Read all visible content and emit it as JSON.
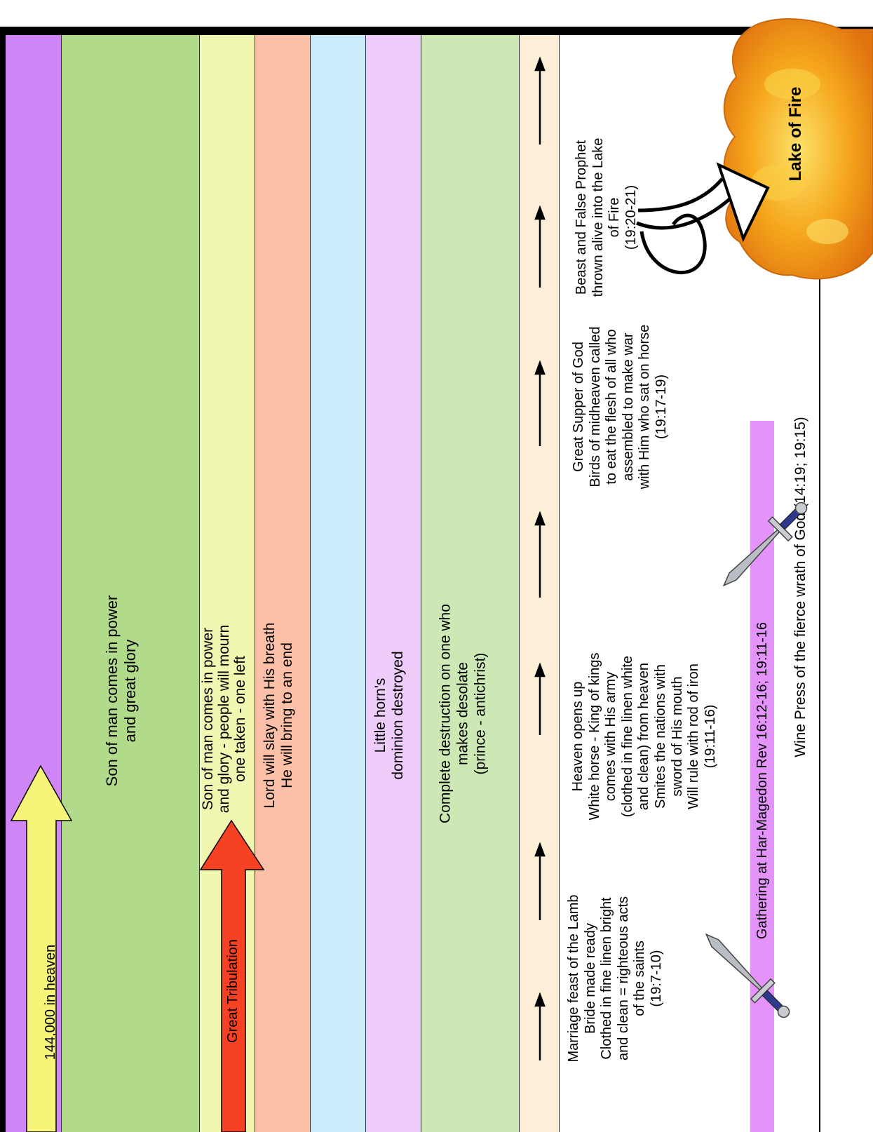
{
  "colors": {
    "purple": "#cf85f6",
    "green": "#b2da8b",
    "yellow": "#f1f6b0",
    "salmon": "#fbc0a7",
    "lightblue": "#c9ebfa",
    "lavender": "#efcdfb",
    "lightgreen": "#cde8b5",
    "cream": "#fdefd7",
    "white": "#ffffff",
    "tribulation_arrow": "#f64222",
    "heaven_arrow": "#f6f57a",
    "fire": "#f5a71c",
    "wine_press_bar": "#e493fa"
  },
  "bands": [
    {
      "color": "purple",
      "text": ""
    },
    {
      "color": "green",
      "text": "Son of man comes in power\nand great glory"
    },
    {
      "color": "yellow",
      "text": "Son of man comes in power\nand glory - people will mourn\none taken - one left"
    },
    {
      "color": "salmon",
      "text": "Lord will slay with His breath\nHe will bring to an end"
    },
    {
      "color": "lightblue",
      "text": ""
    },
    {
      "color": "lavender",
      "text": "Little horn's\ndominion destroyed"
    },
    {
      "color": "lightgreen",
      "text": "Complete destruction on one who\nmakes desolate\n(prince - antichrist)"
    },
    {
      "color": "cream",
      "text": ""
    }
  ],
  "arrows": {
    "heaven": {
      "label": "144,000 in heaven"
    },
    "tribulation": {
      "label": "Great Tribulation"
    }
  },
  "events": [
    {
      "text": "Marriage feast of the Lamb\nBride made ready\nClothed in fine linen bright\nand clean = righteous acts\nof the saints\n(19:7-10)"
    },
    {
      "text": "Heaven opens up\nWhite horse - King of kings\ncomes with His army\n(clothed in fine linen white\nand clean) from heaven\nSmites the nations with\nsword of His mouth\nWill rule with rod of iron\n(19:11-16)"
    },
    {
      "text": "Great Supper of God\nBirds of midheaven called\nto eat the flesh of all who\nassembled to make war\nwith Him who sat on horse\n(19:17-19)"
    },
    {
      "text": "Beast and False Prophet\nthrown alive into the Lake\nof Fire\n(19:20-21)"
    }
  ],
  "gathering": {
    "label": "Gathering at Har-Magedon Rev 16:12-16; 19:11-16"
  },
  "wine_press": {
    "label": "Wine Press of the fierce wrath of God (14:19; 19:15)"
  },
  "lake_of_fire": {
    "label": "Lake of Fire"
  },
  "icons": [
    "sword-icon",
    "arrow-up-icon",
    "curved-arrow-icon",
    "fire-cloud-icon"
  ]
}
